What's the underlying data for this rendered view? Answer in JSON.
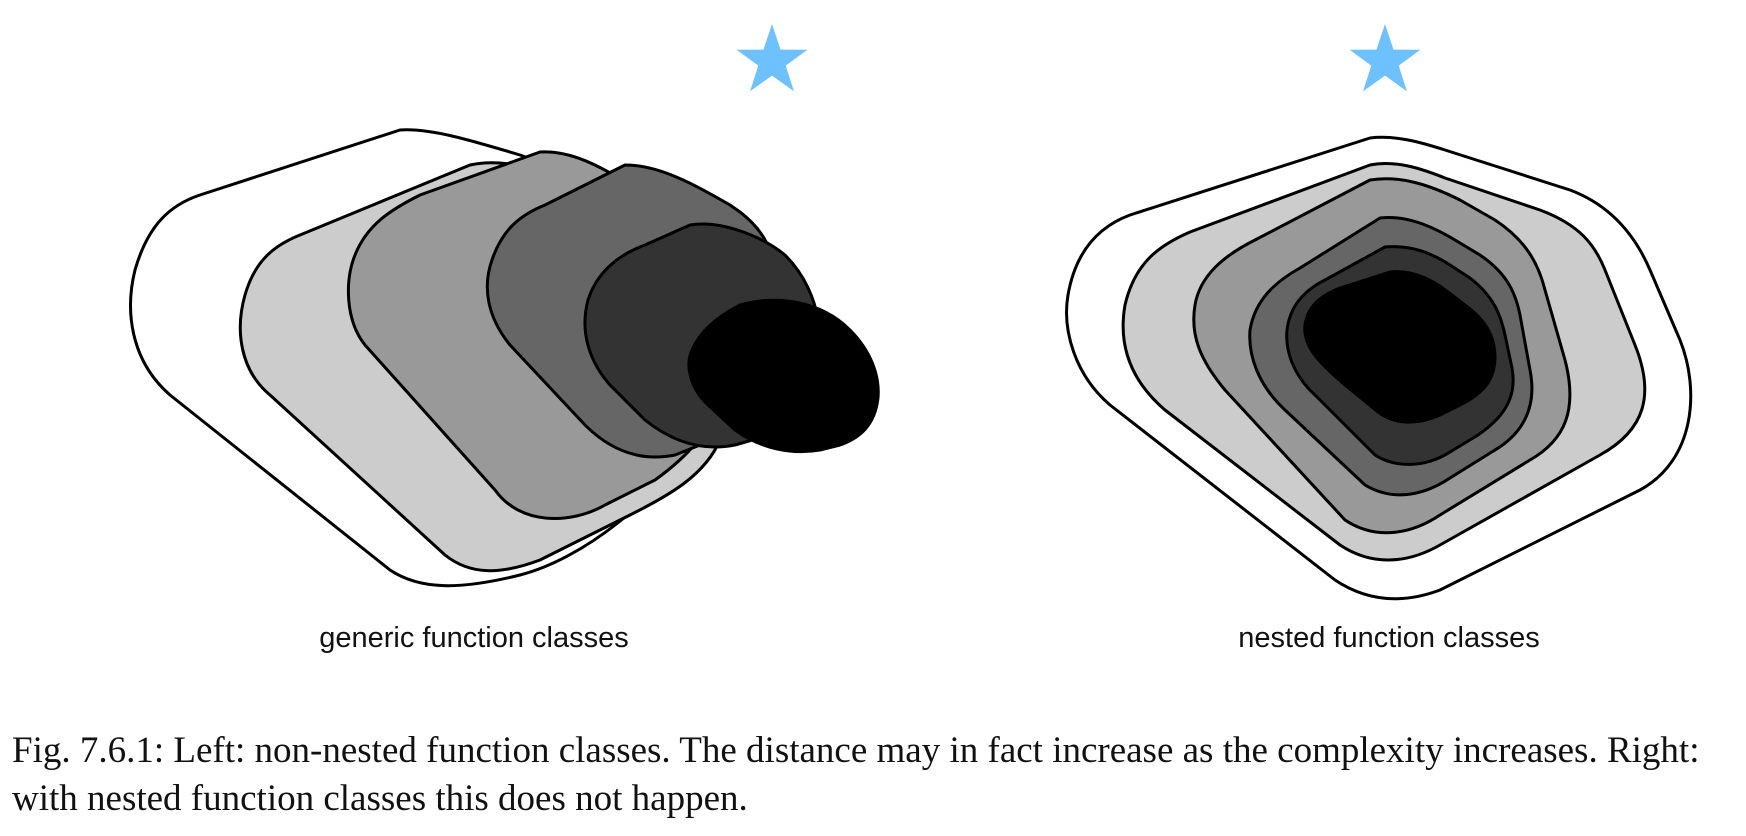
{
  "figure": {
    "left_panel": {
      "label": "generic function classes",
      "layer_fills": [
        "#ffffff",
        "#cccccc",
        "#999999",
        "#666666",
        "#333333",
        "#000000"
      ]
    },
    "right_panel": {
      "label": "nested function classes",
      "layer_fills": [
        "#ffffff",
        "#cccccc",
        "#999999",
        "#666666",
        "#333333",
        "#000000"
      ]
    },
    "target_icon": "star-icon",
    "target_color": "#6ec1ff"
  },
  "caption": "Fig. 7.6.1: Left: non-nested function classes. The distance may in fact increase as the complexity increases. Right: with nested function classes this does not happen."
}
